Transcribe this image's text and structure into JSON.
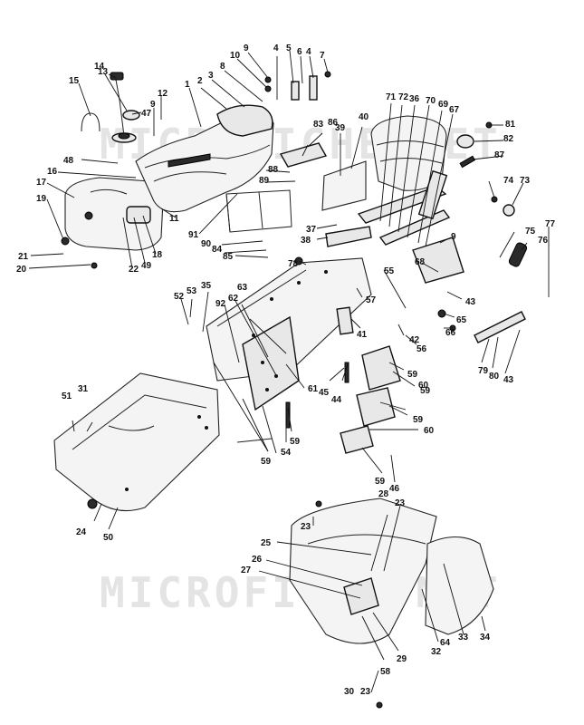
{
  "watermark": {
    "top_text": "MICROFICHE.NET",
    "bottom_text": "MICROFICHE.NET"
  },
  "callouts": [
    {
      "id": "c1",
      "label": "1"
    },
    {
      "id": "c2",
      "label": "2"
    },
    {
      "id": "c3",
      "label": "3"
    },
    {
      "id": "c4a",
      "label": "4"
    },
    {
      "id": "c4b",
      "label": "4"
    },
    {
      "id": "c5",
      "label": "5"
    },
    {
      "id": "c6",
      "label": "6"
    },
    {
      "id": "c7",
      "label": "7"
    },
    {
      "id": "c8",
      "label": "8"
    },
    {
      "id": "c9a",
      "label": "9"
    },
    {
      "id": "c9b",
      "label": "9"
    },
    {
      "id": "c9c",
      "label": "9"
    },
    {
      "id": "c10",
      "label": "10"
    },
    {
      "id": "c11",
      "label": "11"
    },
    {
      "id": "c12",
      "label": "12"
    },
    {
      "id": "c13",
      "label": "13"
    },
    {
      "id": "c14",
      "label": "14"
    },
    {
      "id": "c15",
      "label": "15"
    },
    {
      "id": "c16",
      "label": "16"
    },
    {
      "id": "c17",
      "label": "17"
    },
    {
      "id": "c18",
      "label": "18"
    },
    {
      "id": "c19",
      "label": "19"
    },
    {
      "id": "c20",
      "label": "20"
    },
    {
      "id": "c21",
      "label": "21"
    },
    {
      "id": "c22",
      "label": "22"
    },
    {
      "id": "c23a",
      "label": "23"
    },
    {
      "id": "c23b",
      "label": "23"
    },
    {
      "id": "c23c",
      "label": "23"
    },
    {
      "id": "c24",
      "label": "24"
    },
    {
      "id": "c25",
      "label": "25"
    },
    {
      "id": "c26",
      "label": "26"
    },
    {
      "id": "c27",
      "label": "27"
    },
    {
      "id": "c28",
      "label": "28"
    },
    {
      "id": "c29",
      "label": "29"
    },
    {
      "id": "c30",
      "label": "30"
    },
    {
      "id": "c31",
      "label": "31"
    },
    {
      "id": "c32",
      "label": "32"
    },
    {
      "id": "c33",
      "label": "33"
    },
    {
      "id": "c34",
      "label": "34"
    },
    {
      "id": "c35",
      "label": "35"
    },
    {
      "id": "c36",
      "label": "36"
    },
    {
      "id": "c37",
      "label": "37"
    },
    {
      "id": "c38",
      "label": "38"
    },
    {
      "id": "c39",
      "label": "39"
    },
    {
      "id": "c40",
      "label": "40"
    },
    {
      "id": "c41",
      "label": "41"
    },
    {
      "id": "c42",
      "label": "42"
    },
    {
      "id": "c43a",
      "label": "43"
    },
    {
      "id": "c43b",
      "label": "43"
    },
    {
      "id": "c44",
      "label": "44"
    },
    {
      "id": "c45",
      "label": "45"
    },
    {
      "id": "c46",
      "label": "46"
    },
    {
      "id": "c47",
      "label": "47"
    },
    {
      "id": "c48",
      "label": "48"
    },
    {
      "id": "c49",
      "label": "49"
    },
    {
      "id": "c50",
      "label": "50"
    },
    {
      "id": "c51",
      "label": "51"
    },
    {
      "id": "c52",
      "label": "52"
    },
    {
      "id": "c53",
      "label": "53"
    },
    {
      "id": "c54",
      "label": "54"
    },
    {
      "id": "c55",
      "label": "55"
    },
    {
      "id": "c56",
      "label": "56"
    },
    {
      "id": "c57",
      "label": "57"
    },
    {
      "id": "c58",
      "label": "58"
    },
    {
      "id": "c59a",
      "label": "59"
    },
    {
      "id": "c59b",
      "label": "59"
    },
    {
      "id": "c59c",
      "label": "59"
    },
    {
      "id": "c59d",
      "label": "59"
    },
    {
      "id": "c59e",
      "label": "59"
    },
    {
      "id": "c59f",
      "label": "59"
    },
    {
      "id": "c60a",
      "label": "60"
    },
    {
      "id": "c60b",
      "label": "60"
    },
    {
      "id": "c61",
      "label": "61"
    },
    {
      "id": "c62",
      "label": "62"
    },
    {
      "id": "c63",
      "label": "63"
    },
    {
      "id": "c64",
      "label": "64"
    },
    {
      "id": "c65",
      "label": "65"
    },
    {
      "id": "c66",
      "label": "66"
    },
    {
      "id": "c67",
      "label": "67"
    },
    {
      "id": "c68",
      "label": "68"
    },
    {
      "id": "c69",
      "label": "69"
    },
    {
      "id": "c70",
      "label": "70"
    },
    {
      "id": "c71",
      "label": "71"
    },
    {
      "id": "c72",
      "label": "72"
    },
    {
      "id": "c73",
      "label": "73"
    },
    {
      "id": "c74",
      "label": "74"
    },
    {
      "id": "c75",
      "label": "75"
    },
    {
      "id": "c76",
      "label": "76"
    },
    {
      "id": "c77",
      "label": "77"
    },
    {
      "id": "c78",
      "label": "78"
    },
    {
      "id": "c79",
      "label": "79"
    },
    {
      "id": "c80",
      "label": "80"
    },
    {
      "id": "c81",
      "label": "81"
    },
    {
      "id": "c82",
      "label": "82"
    },
    {
      "id": "c83",
      "label": "83"
    },
    {
      "id": "c84",
      "label": "84"
    },
    {
      "id": "c85",
      "label": "85"
    },
    {
      "id": "c86",
      "label": "86"
    },
    {
      "id": "c87",
      "label": "87"
    },
    {
      "id": "c88",
      "label": "88"
    },
    {
      "id": "c89",
      "label": "89"
    },
    {
      "id": "c90",
      "label": "90"
    },
    {
      "id": "c91",
      "label": "91"
    },
    {
      "id": "c92",
      "label": "92"
    }
  ]
}
